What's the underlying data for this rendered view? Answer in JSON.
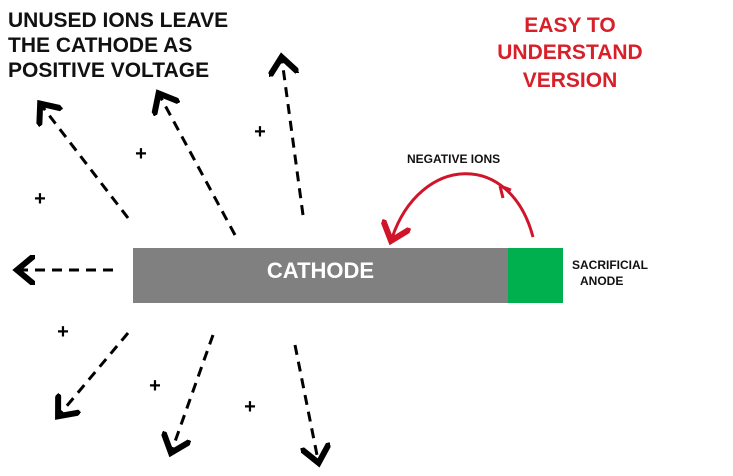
{
  "title_lines": [
    "UNUSED IONS LEAVE",
    "THE CATHODE AS",
    "POSITIVE VOLTAGE"
  ],
  "badge_lines": [
    "EASY TO",
    "UNDERSTAND",
    "VERSION"
  ],
  "negative_ions_label": "NEGATIVE IONS",
  "cathode_label": "CATHODE",
  "anode_label_lines": [
    "SACRIFICIAL",
    "ANODE"
  ],
  "plus_symbol": "+",
  "colors": {
    "cathode": "#808080",
    "anode": "#00b04f",
    "accent_red": "#d8202a",
    "ion_arrow": "#d0152a"
  }
}
